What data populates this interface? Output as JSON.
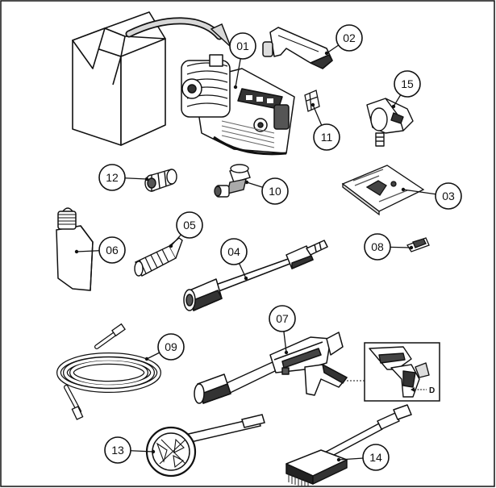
{
  "parts": [
    {
      "id": "part-01",
      "number": "01"
    },
    {
      "id": "part-02",
      "number": "02"
    },
    {
      "id": "part-03",
      "number": "03"
    },
    {
      "id": "part-04",
      "number": "04"
    },
    {
      "id": "part-05",
      "number": "05"
    },
    {
      "id": "part-06",
      "number": "06"
    },
    {
      "id": "part-07",
      "number": "07"
    },
    {
      "id": "part-08",
      "number": "08"
    },
    {
      "id": "part-09",
      "number": "09"
    },
    {
      "id": "part-10",
      "number": "10"
    },
    {
      "id": "part-11",
      "number": "11"
    },
    {
      "id": "part-12",
      "number": "12"
    },
    {
      "id": "part-13",
      "number": "13"
    },
    {
      "id": "part-14",
      "number": "14"
    },
    {
      "id": "part-15",
      "number": "15"
    }
  ],
  "detail_label": "D",
  "colors": {
    "line": "#111111",
    "fill": "#ffffff",
    "shade": "#3a3a3a",
    "light": "#cfcfcf",
    "mid": "#8c8c8c"
  }
}
